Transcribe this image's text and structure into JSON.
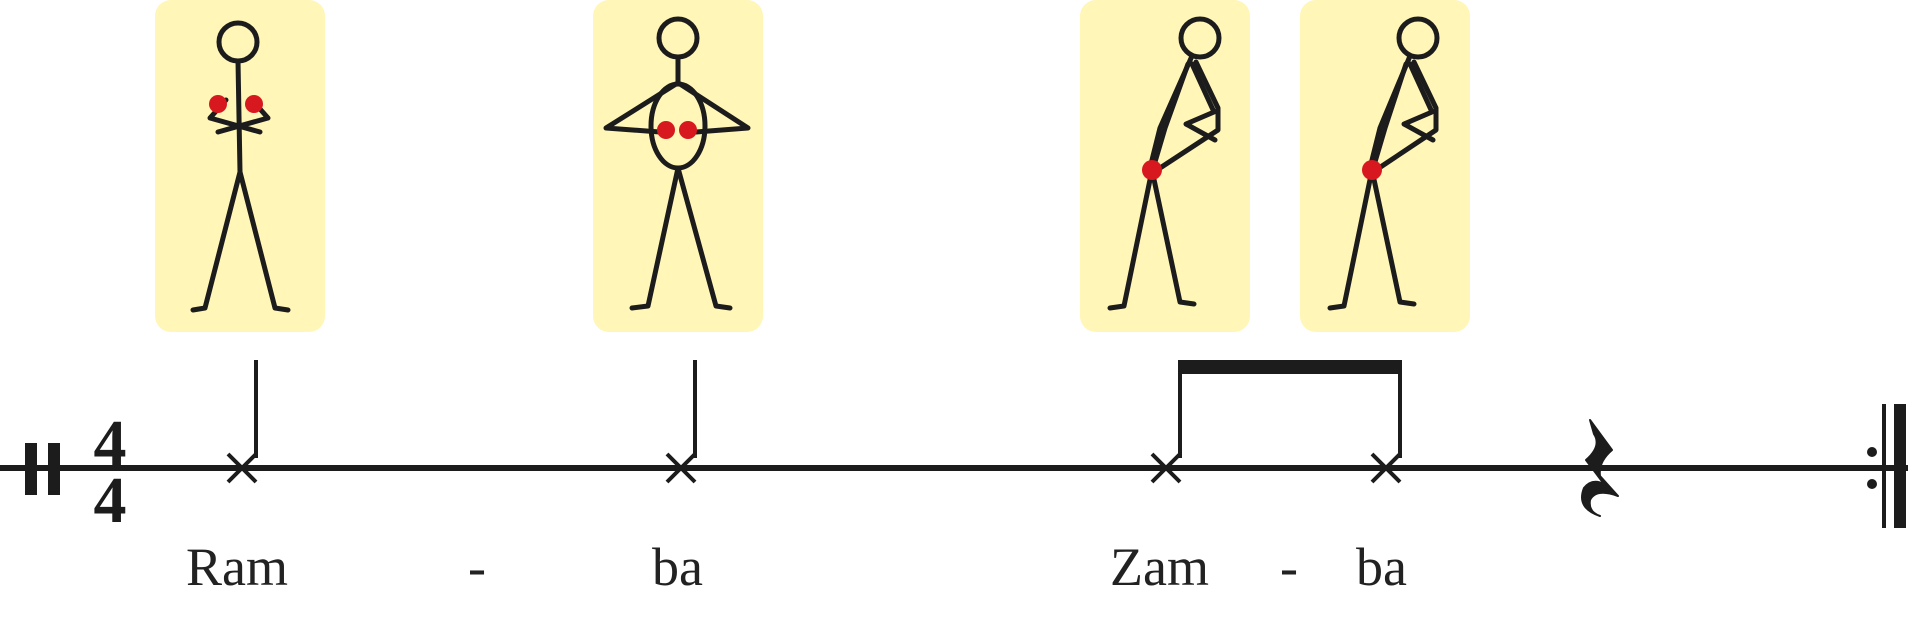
{
  "score": {
    "time_signature": {
      "numerator": "4",
      "denominator": "4"
    },
    "clef": "percussion",
    "end_barline": "repeat-end"
  },
  "colors": {
    "card_background": "#fff6b8",
    "body_part_marker": "#d7191f",
    "ink": "#1c1c1c"
  },
  "figures": [
    {
      "pose": "hands-crossed-on-chest",
      "marker_count": 2
    },
    {
      "pose": "arms-spread-belly-circle",
      "marker_count": 2
    },
    {
      "pose": "hand-on-thigh-leaning",
      "marker_count": 1
    },
    {
      "pose": "hand-on-thigh-leaning",
      "marker_count": 1
    }
  ],
  "notes": [
    {
      "duration": "quarter",
      "notehead": "x"
    },
    {
      "duration": "quarter",
      "notehead": "x"
    },
    {
      "duration": "eighth",
      "notehead": "x",
      "beamed": true
    },
    {
      "duration": "eighth",
      "notehead": "x",
      "beamed": true
    },
    {
      "duration": "quarter-rest"
    }
  ],
  "lyrics": {
    "ram": "Ram",
    "hyphen1": "-",
    "ba1": "ba",
    "zam": "Zam",
    "hyphen2": "-",
    "ba2": "ba"
  }
}
